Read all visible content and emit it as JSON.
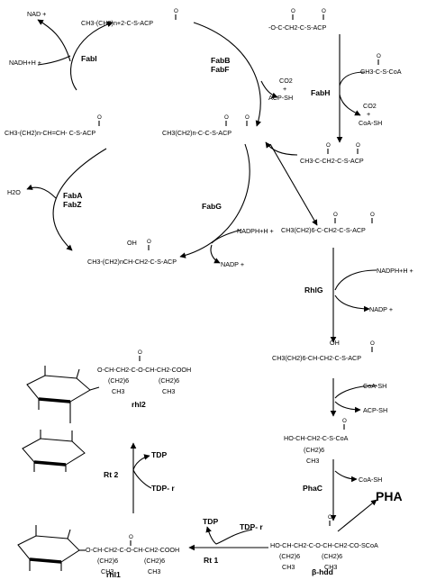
{
  "fab_cycle": {
    "acyl_acp_elongated": "CH3-(CH2)n+2-C-S-ACP",
    "acyl_acp": "CH3(CH2)n-C-C-S-ACP",
    "enoyl_acp": "CH3-(CH2)n-CH=CH- C-S-ACP",
    "hydroxyacyl_acp": "CH3-(CH2)nCH-CH2-C-S-ACP",
    "hydroxy_oh": "OH",
    "malonyl_acp": "-O-C-CH2-C-S-ACP",
    "acetyl_coa": "CH3-C-S-CoA",
    "acetoacetyl_acp": "CH3-C-CH2-C-S-ACP",
    "ketoacyl_c8": "CH3(CH2)6-C-CH2-C-S-ACP",
    "hydroxyacyl_c8": "CH3(CH2)6-CH-CH2-C-S-ACP",
    "hydroxyacyl_c8_oh": "OH"
  },
  "cofactors": {
    "nad": "NAD +",
    "nadh": "NADH+H +",
    "nadph_fabg": "NADPH+H +",
    "nadp_fabg": "NADP +",
    "nadph_rhlg": "NADPH+H +",
    "nadp_rhlg": "NADP +",
    "h2o": "H2O",
    "co2_fabbf": "CO2",
    "co2_fabbf_plus": "+",
    "acpsh_fabbf": "ACP-SH",
    "co2_fabh": "CO2",
    "co2_fabh_plus": "+",
    "coash_fabh": "CoA-SH",
    "coash_in": "CoA-SH",
    "acpsh_out": "ACP-SH",
    "coash_phac": "CoA-SH",
    "tdp_rt2": "TDP",
    "tdpr_rt2": "TDP- r",
    "tdp_rt1": "TDP",
    "tdpr_rt1": "TDP- r"
  },
  "enzymes": {
    "fabi": "FabI",
    "fabb": "FabB",
    "fabf": "FabF",
    "fabh": "FabH",
    "faba": "FabA",
    "fabz": "FabZ",
    "fabg": "FabG",
    "rhlg": "RhlG",
    "phac": "PhaC",
    "rt1": "Rt 1",
    "rt2": "Rt 2"
  },
  "products": {
    "hydroxydecanoyl_coa": "HO-CH-CH2-C-S-CoA",
    "hydroxydecanoyl_chain": "(CH2)6",
    "hydroxydecanoyl_ch3": "CH3",
    "pha": "PHA",
    "bhdd": "β-hdd",
    "bhdd_formula": "HO-CH-CH2-C-O-CH-CH2-CO-SCoA",
    "rhl1": "rhl1",
    "rhl1_formula": "O-CH-CH2-C-O-CH-CH2-COOH",
    "rhl2": "rhl2",
    "rhl2_formula": "O-CH-CH2-C-O-CH-CH2-COOH",
    "chain_ch2_6": "(CH2)6",
    "chain_ch3": "CH3"
  }
}
